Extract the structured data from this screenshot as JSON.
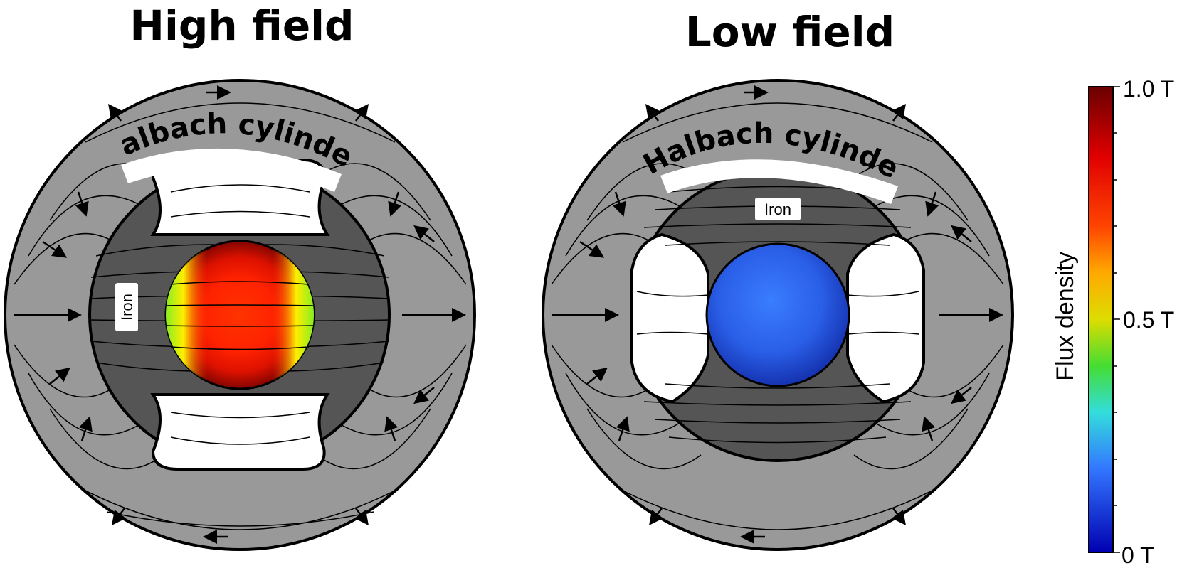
{
  "panels": [
    {
      "id": "high",
      "title": "High field",
      "outer_label": "Halbach cylinder",
      "iron_label": "Iron"
    },
    {
      "id": "low",
      "title": "Low field",
      "outer_label": "Halbach cylinder",
      "iron_label": "Iron"
    }
  ],
  "colorbar": {
    "title": "Flux density",
    "ticks": [
      "1.0 T",
      "0.5 T",
      "0 T"
    ],
    "colors": [
      "#7a0000",
      "#ff0000",
      "#ff8800",
      "#ffff00",
      "#33dd33",
      "#33dddd",
      "#3366ff",
      "#0000aa"
    ]
  }
}
